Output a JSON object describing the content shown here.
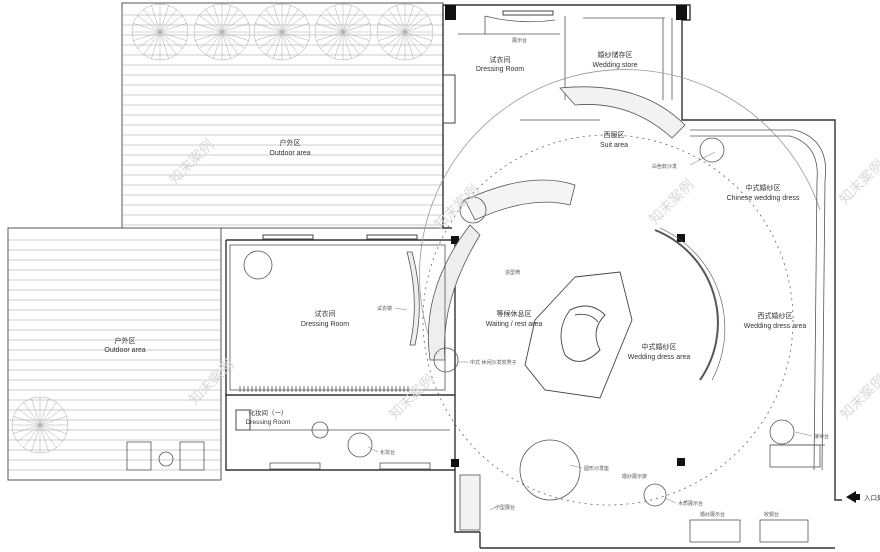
{
  "zones": {
    "outdoor_top": {
      "cn": "户外区",
      "en": "Outdoor area"
    },
    "outdoor_left": {
      "cn": "户外区",
      "en": "Outdoor area"
    },
    "dressing_top": {
      "cn": "试衣间",
      "en": "Dressing Room"
    },
    "wedding_store": {
      "cn": "婚纱储存区",
      "en": "Wedding store"
    },
    "suit_area": {
      "cn": "西服区",
      "en": "Suit area"
    },
    "chinese_dress": {
      "cn": "中式婚纱区",
      "en": "Chinese wedding dress"
    },
    "dressing_main": {
      "cn": "试衣间",
      "en": "Dressing Room"
    },
    "waiting_rest": {
      "cn": "等候休息区",
      "en": "Waiting / rest area"
    },
    "wedding_dress_mid": {
      "cn": "中式婚纱区",
      "en": "Wedding dress area"
    },
    "wedding_dress_right": {
      "cn": "西式婚纱区",
      "en": "Wedding dress area"
    },
    "dressing_small": {
      "cn": "化妆间（一）",
      "en": "Dressing Room"
    },
    "entrance": {
      "cn": "入口处"
    }
  },
  "callouts": {
    "c1": "试衣镜",
    "c2": "中式 休闲沙发软凳子",
    "c3": "白色软沙发",
    "c4": "造型椅",
    "c5": "圆形沙发座",
    "c6": "小型展台",
    "c7": "木质展示台",
    "c8": "接待台",
    "c9": "婚纱展示架",
    "c10": "化妆台",
    "c11": "婚纱展示台",
    "c12": "收银台",
    "c13": "展示台"
  },
  "watermark": "知末案例"
}
